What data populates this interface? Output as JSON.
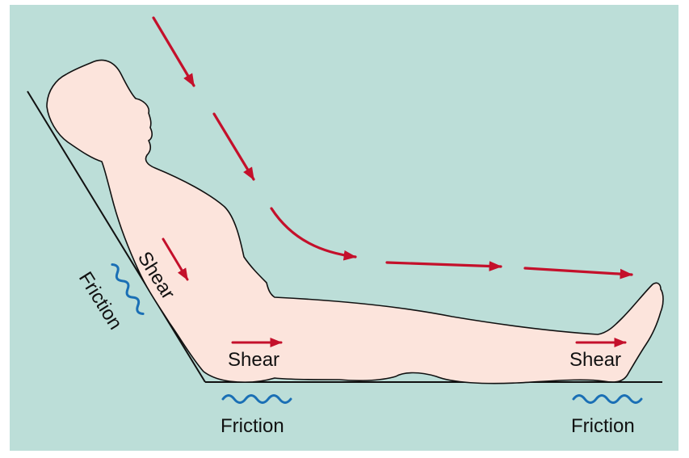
{
  "colors": {
    "background": "#bcded8",
    "body_fill": "#fce4dc",
    "outline": "#111111",
    "arrow": "#c4102b",
    "friction_wave": "#1a6fb5"
  },
  "labels": {
    "shear_back": "Shear",
    "friction_back": "Friction",
    "shear_seat": "Shear",
    "friction_seat": "Friction",
    "shear_heel": "Shear",
    "friction_heel": "Friction"
  }
}
